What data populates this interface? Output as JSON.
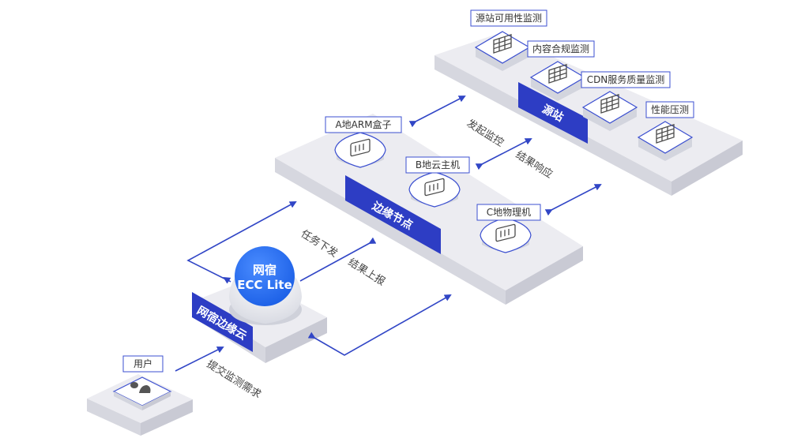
{
  "colors": {
    "accent": "#2d3dc4",
    "line": "#3146c6",
    "platform_top": "#ededf1",
    "platform_side": "#d7d8e0",
    "label_border": "#3b4fd0"
  },
  "user": {
    "label": "用户",
    "icon": "user-icon"
  },
  "cloud": {
    "panel_label": "网宿边缘云",
    "ecc_line1": "网宿",
    "ecc_line2": "ECC Lite"
  },
  "edge": {
    "panel_label": "边缘节点",
    "nodes": [
      {
        "label": "A地ARM盒子",
        "icon": "server-icon"
      },
      {
        "label": "B地云主机",
        "icon": "server-icon"
      },
      {
        "label": "C地物理机",
        "icon": "server-icon"
      }
    ]
  },
  "origin": {
    "panel_label": "源站",
    "monitors": [
      {
        "label": "源站可用性监测",
        "icon": "server-rack-icon"
      },
      {
        "label": "内容合规监测",
        "icon": "server-rack-icon"
      },
      {
        "label": "CDN服务质量监测",
        "icon": "server-rack-icon"
      },
      {
        "label": "性能压测",
        "icon": "server-rack-icon"
      }
    ]
  },
  "flows": {
    "submit": "提交监测需求",
    "dispatch": "任务下发",
    "report": "结果上报",
    "initiate": "发起监控",
    "response": "结果响应"
  }
}
